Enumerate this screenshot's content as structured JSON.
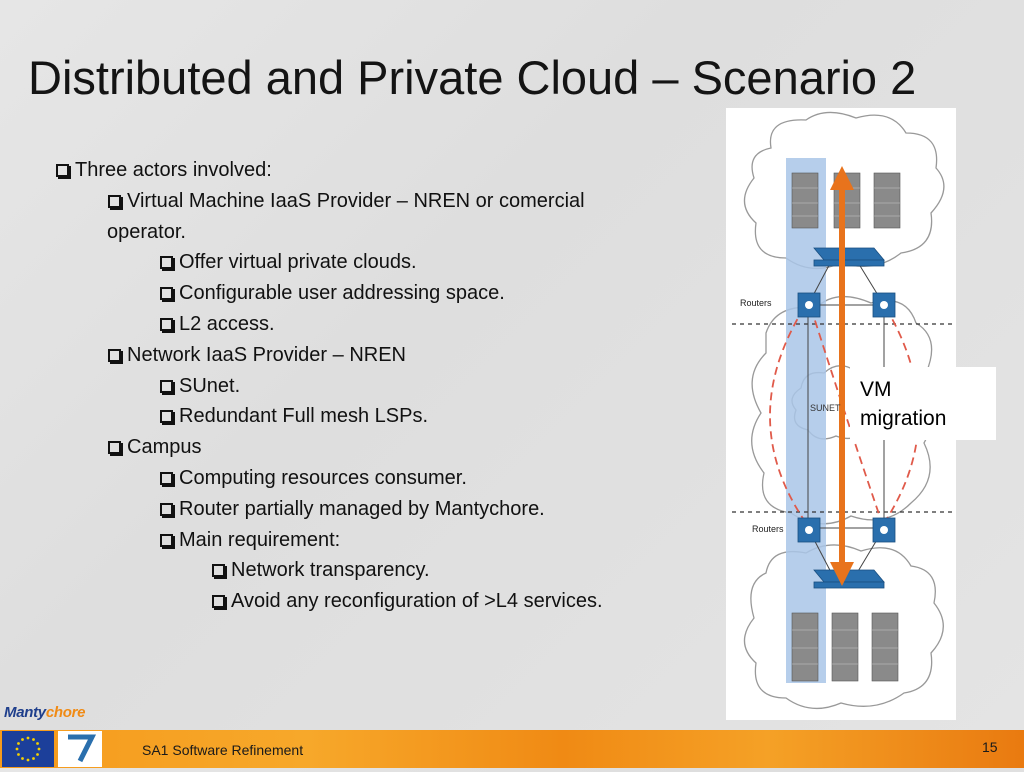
{
  "slide": {
    "title": "Distributed and Private Cloud – Scenario 2",
    "page_number": "15",
    "footer_text": "SA1 Software Refinement"
  },
  "bullets": [
    {
      "level": 0,
      "text": "Three actors involved:"
    },
    {
      "level": 1,
      "text": "Virtual Machine IaaS Provider – NREN or comercial"
    },
    {
      "level": 1,
      "text": "operator.",
      "continuation": true
    },
    {
      "level": 2,
      "text": "Offer virtual private clouds."
    },
    {
      "level": 2,
      "text": "Configurable user addressing space."
    },
    {
      "level": 2,
      "text": "L2 access."
    },
    {
      "level": 1,
      "text": "Network IaaS Provider – NREN"
    },
    {
      "level": 2,
      "text": "SUnet."
    },
    {
      "level": 2,
      "text": "Redundant Full mesh LSPs."
    },
    {
      "level": 1,
      "text": "Campus"
    },
    {
      "level": 2,
      "text": "Computing resources consumer."
    },
    {
      "level": 2,
      "text": "Router partially managed by Mantychore."
    },
    {
      "level": 2,
      "text": "Main requirement:"
    },
    {
      "level": 3,
      "text": "Network transparency."
    },
    {
      "level": 3,
      "text": "Avoid any reconfiguration of >L4 services."
    }
  ],
  "diagram": {
    "routers_label_top": "Routers",
    "routers_label_bottom": "Routers",
    "network_label": "SUNET",
    "vm_label": "VM\nmigration",
    "colors": {
      "arrow": "#e8731c",
      "highlight": "#a9c5e8",
      "dashed_path": "#e05a4a",
      "device": "#2a6fad"
    }
  },
  "logo": {
    "part1": "Manty",
    "part2": "chore"
  }
}
